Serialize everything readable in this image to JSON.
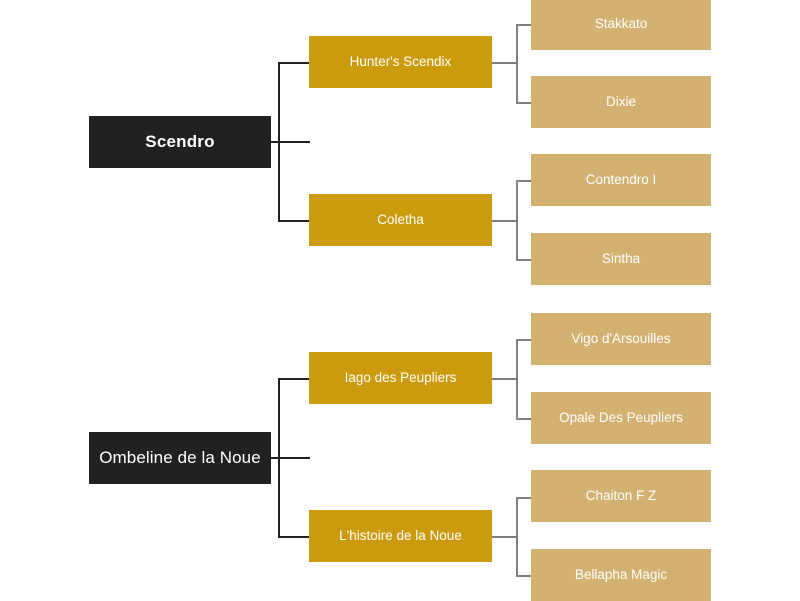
{
  "diagram": {
    "type": "pedigree-tree",
    "title_visible": false,
    "background_color": "#ffffff",
    "colors": {
      "gen0_box": "#212121",
      "gen1_box": "#cc9a0d",
      "gen2_box": "#d3b271",
      "gen0_text": "#ffffff",
      "gen1_text": "#ffffff",
      "gen2_text": "#ffffff",
      "connector_dark": "#212121",
      "connector_gray": "#808080"
    }
  },
  "trees": [
    {
      "root": {
        "label": "Scendro",
        "bold": true
      },
      "children": [
        {
          "label": "Hunter's Scendix",
          "children": [
            {
              "label": "Stakkato"
            },
            {
              "label": "Dixie"
            }
          ]
        },
        {
          "label": "Coletha",
          "children": [
            {
              "label": "Contendro I"
            },
            {
              "label": "Sintha"
            }
          ]
        }
      ]
    },
    {
      "root": {
        "label": "Ombeline de la Noue",
        "bold": false
      },
      "children": [
        {
          "label": "Iago des Peupliers",
          "children": [
            {
              "label": "Vigo d'Arsouilles"
            },
            {
              "label": "Opale Des Peupliers"
            }
          ]
        },
        {
          "label": "L'histoire de la Noue",
          "children": [
            {
              "label": "Chaiton F Z"
            },
            {
              "label": "Bellapha Magic"
            }
          ]
        }
      ]
    }
  ]
}
